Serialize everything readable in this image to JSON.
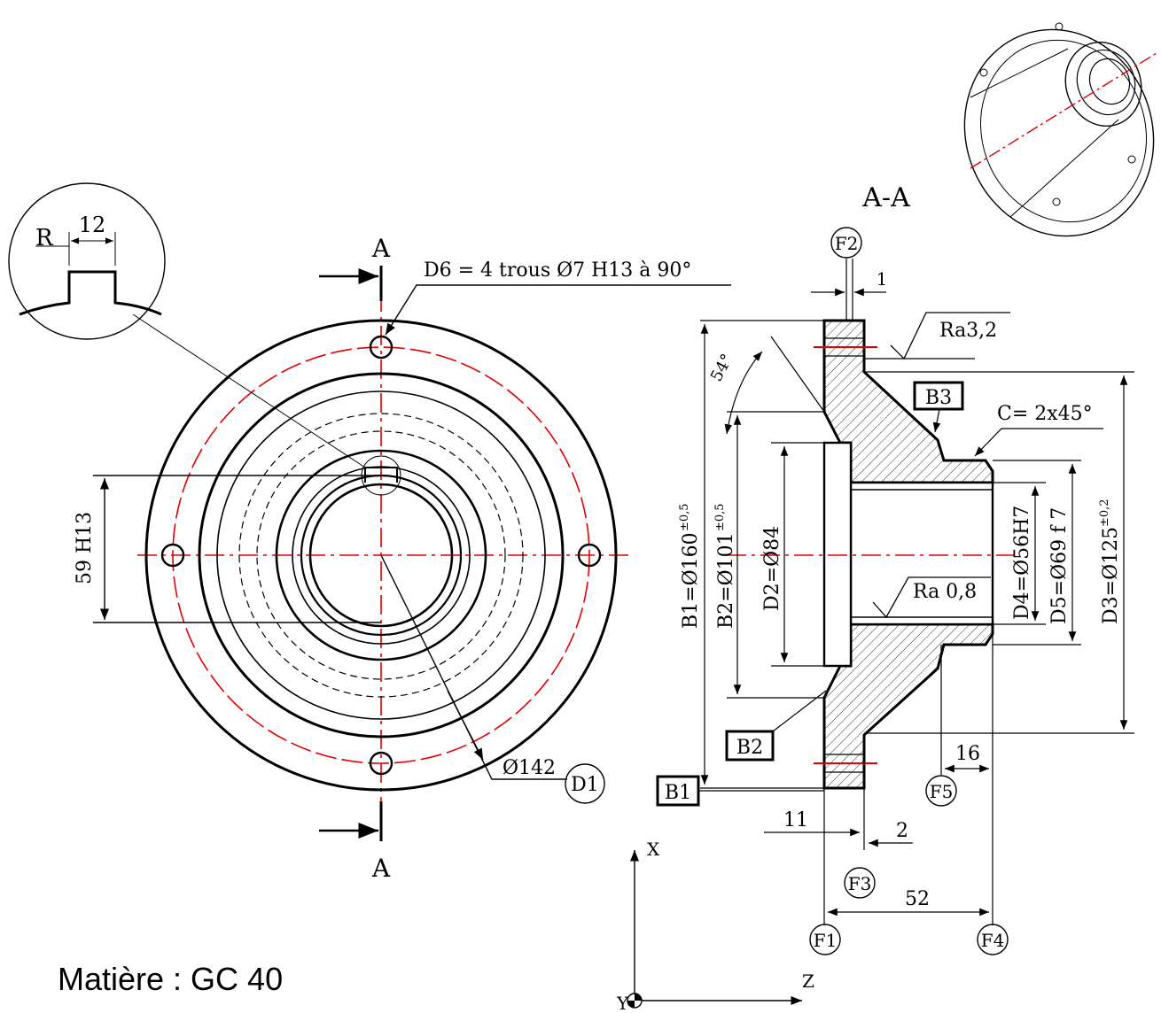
{
  "front_view": {
    "section_letter_top": "A",
    "section_letter_bottom": "A",
    "holes_note": "D6 = 4 trous Ø7 H13 à 90°",
    "dim_59": "59 H13",
    "dim_142": "Ø142",
    "bubble_d1": "D1"
  },
  "detail": {
    "r_label": "R",
    "width_label": "12"
  },
  "section_view": {
    "title": "A-A",
    "bubbles": {
      "f1": "F1",
      "f2": "F2",
      "f3": "F3",
      "f4": "F4",
      "f5": "F5"
    },
    "boxes": {
      "b1": "B1",
      "b2": "B2",
      "b3": "B3"
    },
    "dims": {
      "b1": "B1=Ø160",
      "b1_tol": "±0,5",
      "b2": "B2=Ø101",
      "b2_tol": "±0,5",
      "d2": "D2=Ø84",
      "d4": "D4=Ø56H7",
      "d5": "D5=Ø69 f 7",
      "d3": "D3=Ø125",
      "d3_tol": "±0,2",
      "angle": "54°",
      "chamfer": "C= 2x45°",
      "ra_top": "Ra3,2",
      "ra_bore": "Ra 0,8",
      "one": "1",
      "sixteen": "16",
      "eleven": "11",
      "two": "2",
      "fifty_two": "52"
    }
  },
  "axes": {
    "x": "X",
    "y": "Y",
    "z": "Z"
  },
  "material": "Matière : GC 40",
  "colors": {
    "line": "#000000",
    "axis": "#e00000"
  }
}
